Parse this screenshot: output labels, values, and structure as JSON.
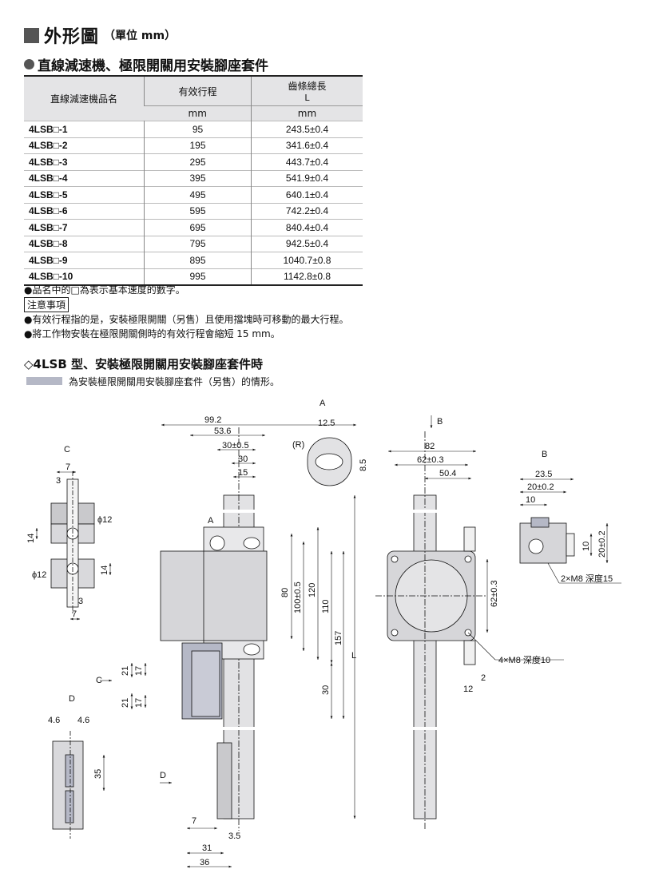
{
  "header": {
    "title": "外形圖",
    "unit": "（單位 mm）"
  },
  "section1": {
    "title": "直線減速機、極限開關用安裝腳座套件"
  },
  "table": {
    "headers": {
      "col1": "直線減速機品名",
      "col2": "有效行程",
      "col3": "齒條總長",
      "col3_sub": "L"
    },
    "units": {
      "col2": "mm",
      "col3": "mm"
    },
    "rows": [
      {
        "model": "4LSB□-1",
        "stroke": "95",
        "length": "243.5±0.4"
      },
      {
        "model": "4LSB□-2",
        "stroke": "195",
        "length": "341.6±0.4"
      },
      {
        "model": "4LSB□-3",
        "stroke": "295",
        "length": "443.7±0.4"
      },
      {
        "model": "4LSB□-4",
        "stroke": "395",
        "length": "541.9±0.4"
      },
      {
        "model": "4LSB□-5",
        "stroke": "495",
        "length": "640.1±0.4"
      },
      {
        "model": "4LSB□-6",
        "stroke": "595",
        "length": "742.2±0.4"
      },
      {
        "model": "4LSB□-7",
        "stroke": "695",
        "length": "840.4±0.4"
      },
      {
        "model": "4LSB□-8",
        "stroke": "795",
        "length": "942.5±0.4"
      },
      {
        "model": "4LSB□-9",
        "stroke": "895",
        "length": "1040.7±0.8"
      },
      {
        "model": "4LSB□-10",
        "stroke": "995",
        "length": "1142.8±0.8"
      }
    ]
  },
  "notes": {
    "note1": "●品名中的□為表示基本速度的數字。",
    "caution": "注意事項",
    "note2": "●有效行程指的是，安裝極限開關（另售）且使用擋塊時可移動的最大行程。",
    "note3": "●將工作物安裝在極限開關側時的有效行程會縮短 15 mm。"
  },
  "section2": {
    "title": "◇4LSB 型、安裝極限開關用安裝腳座套件時",
    "legend": "為安裝極限開關用安裝腳座套件（另售）的情形。"
  },
  "drawing": {
    "view_labels": {
      "a": "A",
      "b": "B",
      "c": "C",
      "d": "D",
      "b_arrow": "B",
      "a_marker": "A",
      "c_marker": "C",
      "d_marker": "D"
    },
    "front_dims": [
      "99.2",
      "53.6",
      "30±0.5",
      "30",
      "15",
      "80",
      "100±0.5",
      "120",
      "110",
      "157",
      "L",
      "30",
      "21",
      "17",
      "21",
      "17",
      "7",
      "31",
      "3.5",
      "36"
    ],
    "view_a_dims": [
      "12.5",
      "8.5",
      "(R)"
    ],
    "side_dims": [
      "82",
      "62±0.3",
      "50.4",
      "62±0.3",
      "2",
      "12",
      "4×M8 深度10"
    ],
    "view_b_dims": [
      "23.5",
      "20±0.2",
      "10",
      "10",
      "20±0.2",
      "2×M8 深度15"
    ],
    "view_c_dims": [
      "7",
      "3",
      "14",
      "ϕ12",
      "ϕ12",
      "14",
      "3",
      "7"
    ],
    "view_d_dims": [
      "4.6",
      "4.6",
      "35"
    ]
  }
}
